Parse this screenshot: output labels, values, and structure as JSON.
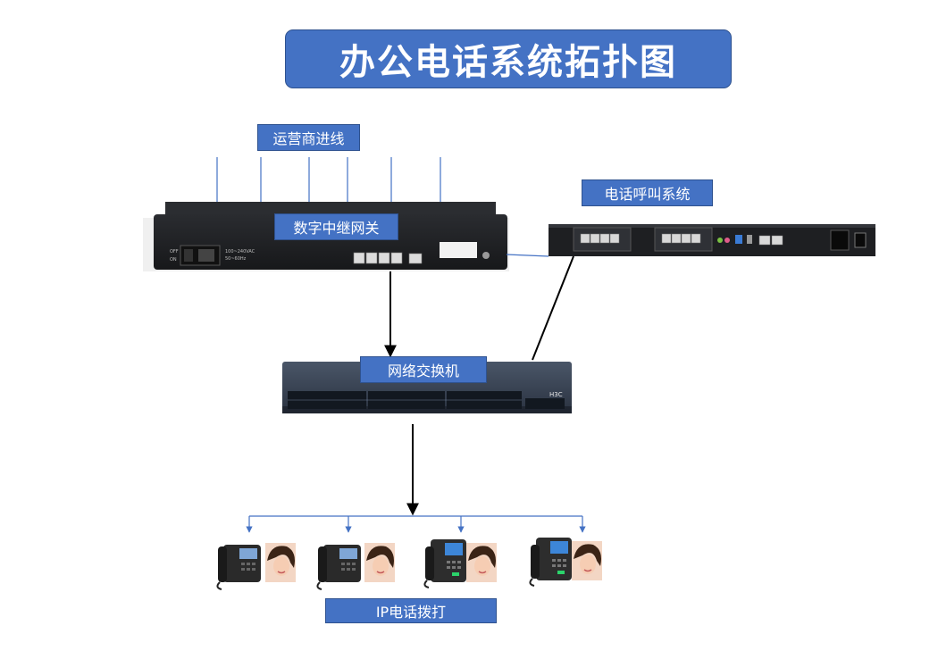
{
  "diagram": {
    "title": "办公电话系统拓扑图",
    "labels": {
      "carrier_lines": "运营商进线",
      "digital_trunk_gateway": "数字中继网关",
      "call_system": "电话呼叫系统",
      "network_switch": "网络交换机",
      "ip_phone_dialing": "IP电话拨打"
    },
    "devices": {
      "switch_brand": "H3C"
    },
    "colors": {
      "label_fill": "#4472c4",
      "device_body": "#1e1f22",
      "connector_blue": "#4472c4",
      "arrow_black": "#000000"
    }
  }
}
